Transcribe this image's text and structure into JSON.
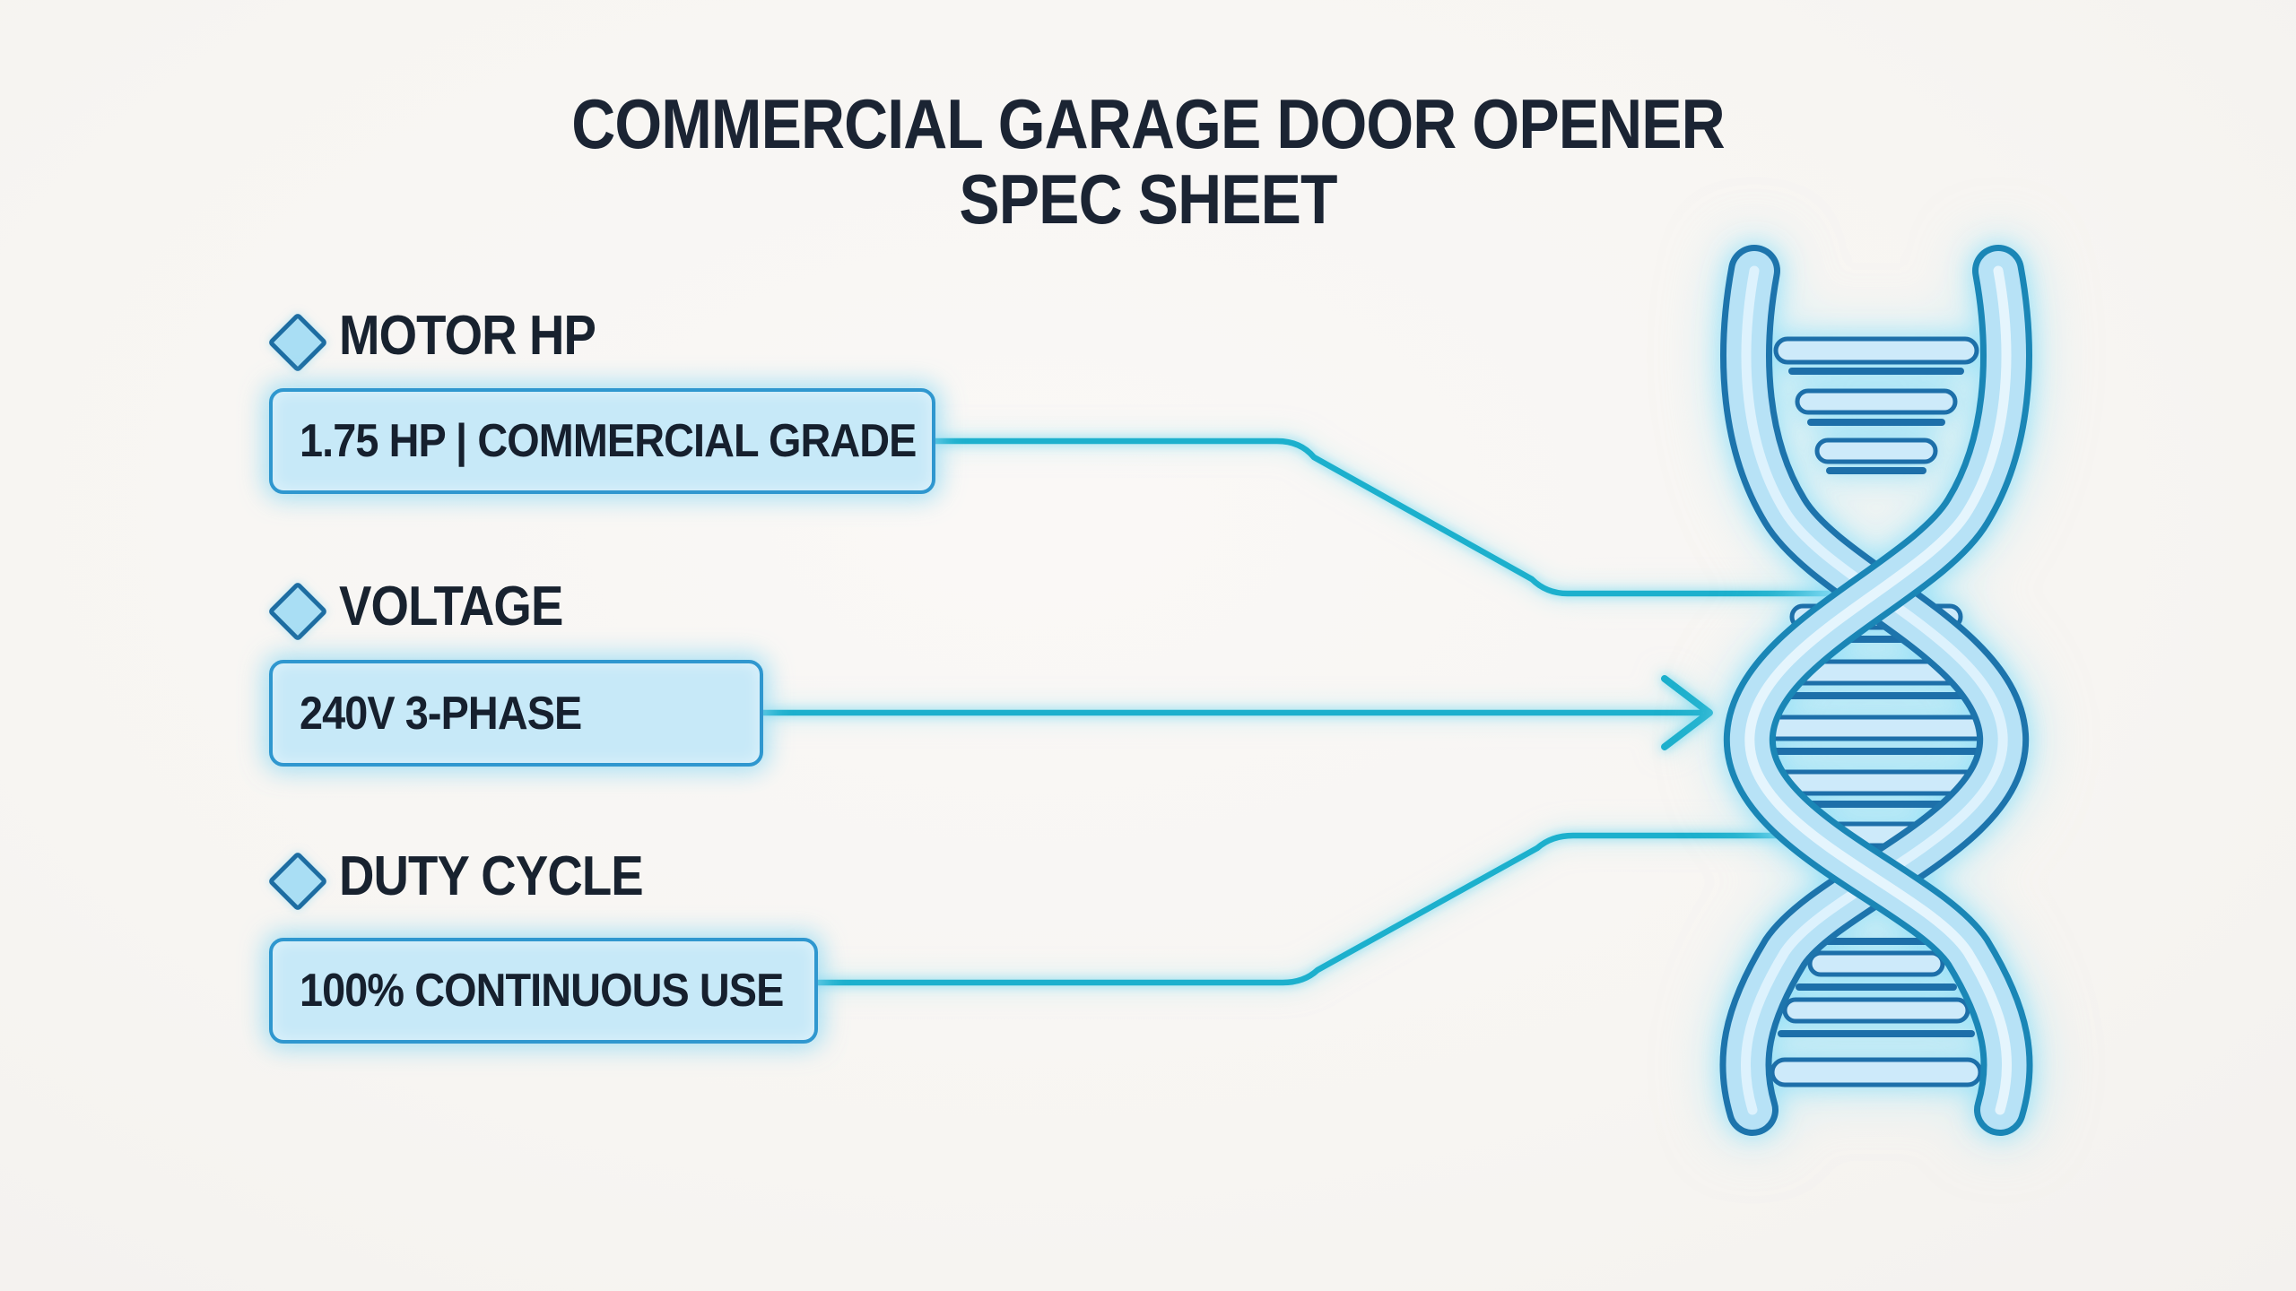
{
  "title": {
    "line1": "COMMERCIAL GARAGE DOOR OPENER",
    "line2": "SPEC SHEET"
  },
  "specs": [
    {
      "label": "MOTOR HP",
      "value": "1.75 HP | COMMERCIAL GRADE"
    },
    {
      "label": "VOLTAGE",
      "value": "240V 3-PHASE"
    },
    {
      "label": "DUTY CYCLE",
      "value": "100% CONTINUOUS USE"
    }
  ],
  "illustration": {
    "icon": "dna-helix-icon"
  },
  "icons": {
    "bullet": "diamond-icon",
    "arrow": "right-arrow-icon"
  },
  "colors": {
    "background": "#f7f5f2",
    "heading_text": "#1b2433",
    "box_fill": "#c7e9f8",
    "box_border": "#2f97cf",
    "diamond_fill": "#a9def4",
    "diamond_border": "#1d6da2",
    "connector": "#1cb0cd",
    "strand_fill": "#b7e2f6",
    "strand_outline": "#1d74ac",
    "rung_fill": "#cdeafa",
    "rung_outline": "#1d6fa9",
    "glow": "#8cd8f3"
  }
}
